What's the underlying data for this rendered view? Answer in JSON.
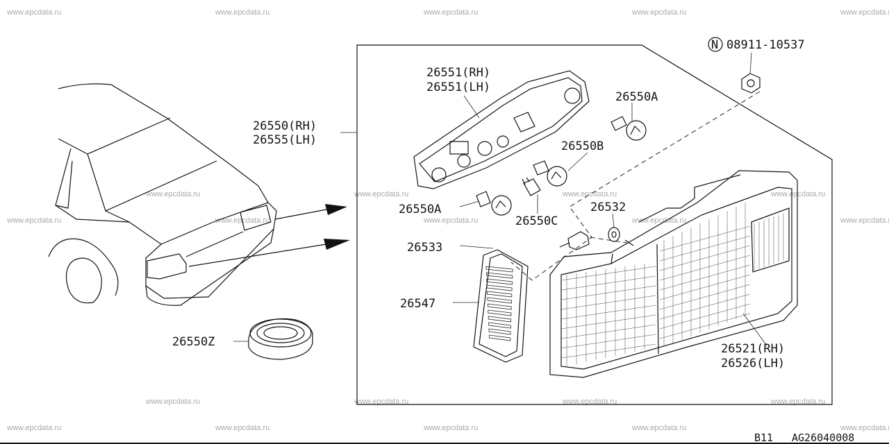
{
  "watermark": "www.epcdata.ru",
  "parts": {
    "p26550_rh": "26550(RH)",
    "p26555_lh": "26555(LH)",
    "p26551_rh": "26551(RH)",
    "p26551_lh": "26551(LH)",
    "p26550a_top": "26550A",
    "p26550b": "26550B",
    "p26550a_mid": "26550A",
    "p26550c": "26550C",
    "p26532": "26532",
    "p26533": "26533",
    "p26547": "26547",
    "p26550z": "26550Z",
    "p26521_rh": "26521(RH)",
    "p26526_lh": "26526(LH)",
    "nut_symbol": "N",
    "nut_code": "08911-10537"
  },
  "footer": {
    "model": "B11",
    "figure_code": "AG26040008"
  }
}
